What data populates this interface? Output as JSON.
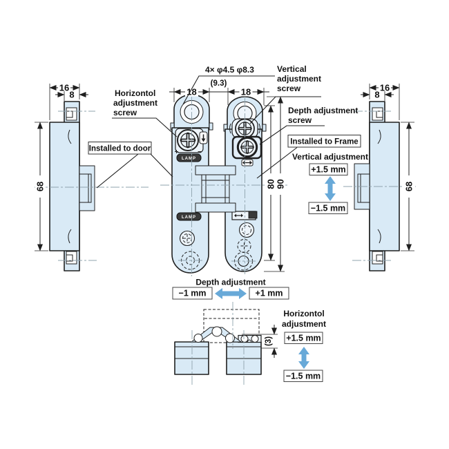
{
  "brand": {
    "name": "LAMP"
  },
  "colors": {
    "part_fill": "#d9eaf6",
    "accent_arrow": "#68a9d8",
    "line": "#1f1f1f",
    "centerline": "#8fa3ad"
  },
  "notes": {
    "hole_spec": "4× φ4.5 φ8.3",
    "hole_pitch": "(9.3)"
  },
  "dimensions": {
    "left_view": {
      "depth": "16",
      "flange": "8",
      "height": "68"
    },
    "right_view": {
      "depth": "16",
      "flange": "8",
      "height": "68"
    },
    "front_view": {
      "door_leaf_width": "18",
      "frame_leaf_width": "18",
      "body_height": "80",
      "overall_height": "90"
    },
    "bottom_view": {
      "link_offset": "(3)"
    }
  },
  "callouts": {
    "horizontal_screw": {
      "lines": [
        "Horizontol",
        "adjustment",
        "screw"
      ]
    },
    "vertical_screw": {
      "lines": [
        "Vertical",
        "adjustment",
        "screw"
      ]
    },
    "depth_screw": {
      "lines": [
        "Depth adjustment",
        "screw"
      ]
    },
    "installed_to_door": "Installed to door",
    "installed_to_frame": "Installed to Frame"
  },
  "adjustments": {
    "vertical": {
      "title": "Vertical adjustment",
      "plus": "+1.5 mm",
      "minus": "−1.5 mm"
    },
    "depth": {
      "title": "Depth adjustment",
      "minus": "−1 mm",
      "plus": "+1 mm"
    },
    "horizontal": {
      "title_lines": [
        "Horizontol",
        "adjustment"
      ],
      "plus": "+1.5 mm",
      "minus": "−1.5 mm"
    }
  }
}
